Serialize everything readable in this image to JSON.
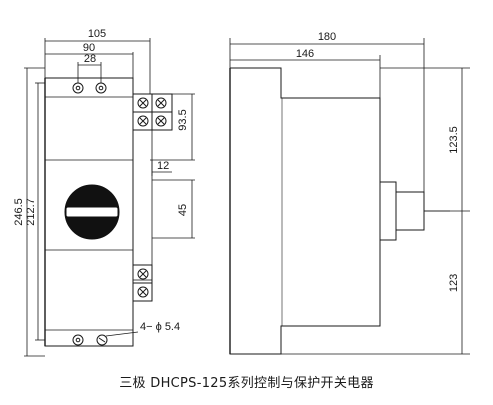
{
  "caption": "三极 DHCPS-125系列控制与保护开关电器",
  "front_view": {
    "dims": {
      "width_total": "105",
      "width_mount": "90",
      "width_holes": "28",
      "height_total": "246.5",
      "height_body": "212.7",
      "terminal_height": "93.5",
      "offset": "12",
      "knob_height": "45",
      "holes": "4− ϕ 5.4"
    },
    "knob": "rotary-handle"
  },
  "side_view": {
    "dims": {
      "depth_total": "180",
      "depth_body": "146",
      "upper_height": "123.5",
      "lower_height": "123"
    }
  }
}
